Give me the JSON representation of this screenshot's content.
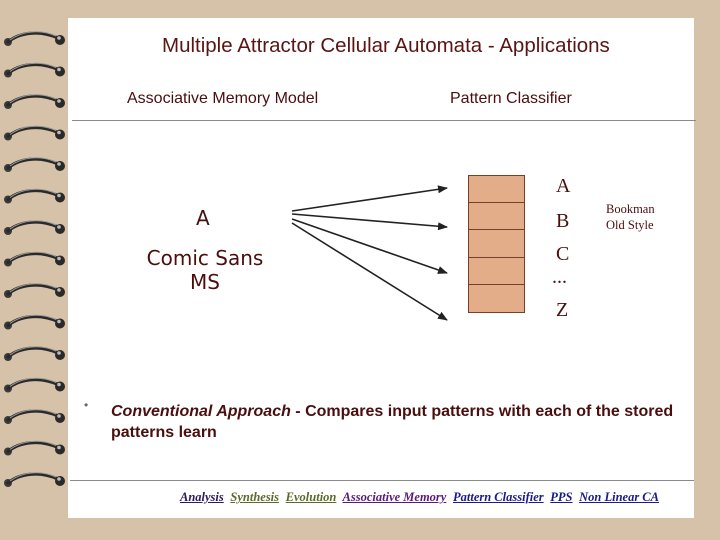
{
  "slide": {
    "title": "Multiple Attractor Cellular Automata - Applications",
    "left_heading": "Associative Memory Model",
    "right_heading": "Pattern Classifier",
    "input_letter": "A",
    "input_font_line1": "Comic Sans",
    "input_font_line2": "MS",
    "classifier_letters": [
      "A",
      "B",
      "C",
      "...",
      "Z"
    ],
    "classifier_font_line1": "Bookman",
    "classifier_font_line2": "Old Style",
    "bullet_symbol": "•",
    "approach_italic": "Conventional Approach",
    "approach_rest": " - Compares input patterns with  each of the  stored patterns learn"
  },
  "footer": {
    "links": [
      "Analysis",
      "Synthesis",
      "Evolution",
      "Associative Memory",
      "Pattern Classifier",
      "PPS",
      "Non Linear CA"
    ]
  },
  "colors": {
    "background": "#d6c2a8",
    "panel": "#ffffff",
    "title_text": "#5a1414",
    "cell_fill": "#e3ad8a",
    "cell_border": "#7a3d2a"
  }
}
